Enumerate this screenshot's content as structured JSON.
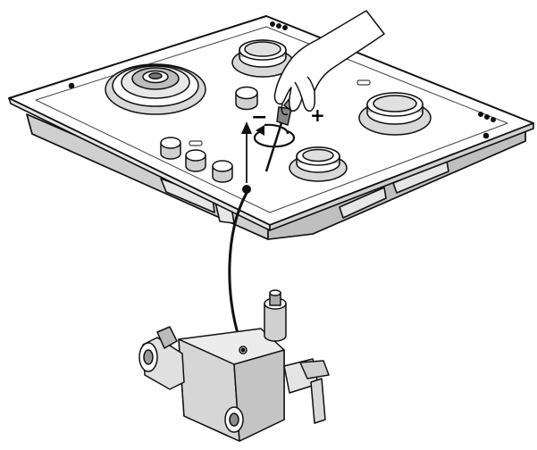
{
  "figure": {
    "adjust_signs": {
      "minus": "−",
      "plus": "+"
    },
    "colors": {
      "line": "#111111",
      "fill": "#ffffff",
      "shade": "#d9d9d9",
      "dark": "#8c8c8c"
    },
    "icons": [
      "hob-outline",
      "burner",
      "control-knob",
      "hand",
      "screwdriver",
      "rotate-arrow",
      "up-arrow",
      "pointer-line",
      "gas-valve"
    ]
  }
}
